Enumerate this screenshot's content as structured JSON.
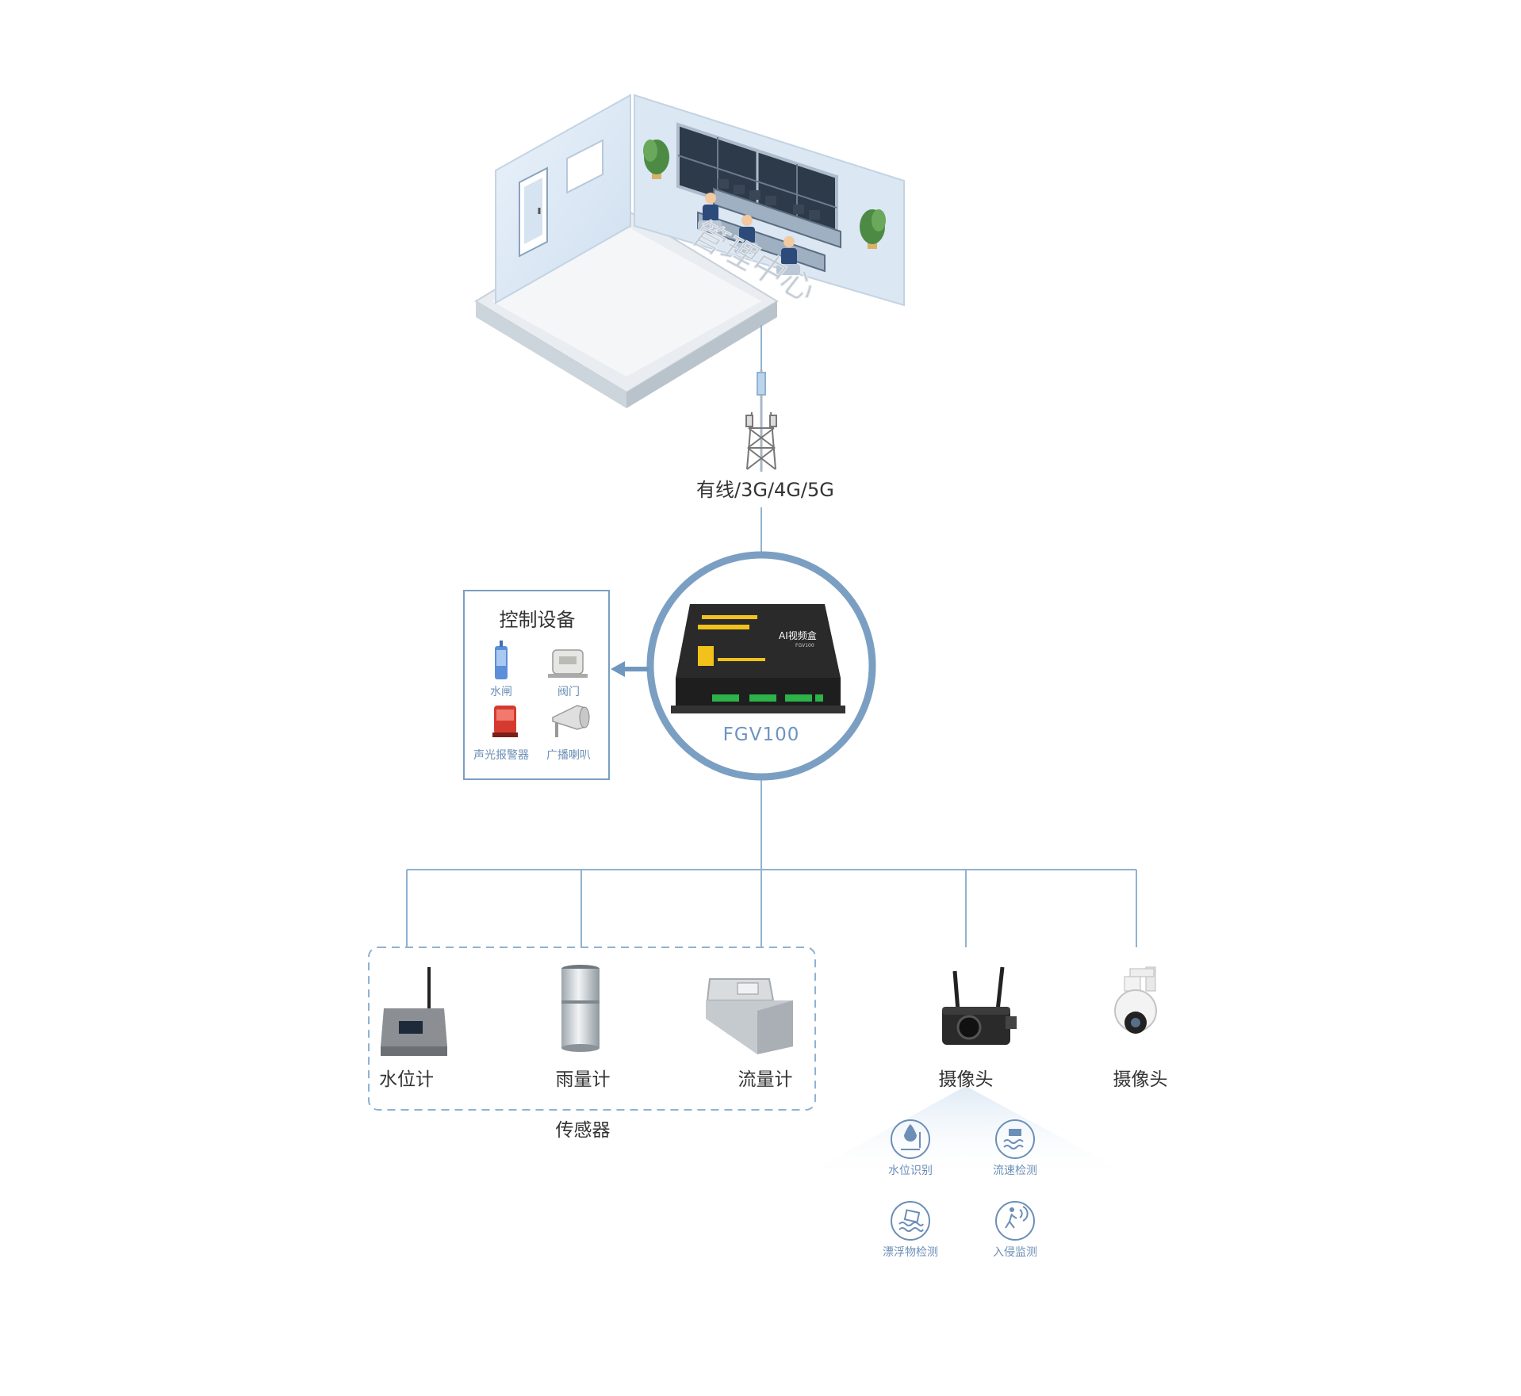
{
  "management_center": {
    "floor_text": "管理中心"
  },
  "network": {
    "label": "有线/3G/4G/5G"
  },
  "gateway": {
    "model": "FGV100",
    "screen_title": "AI视频盒",
    "screen_model": "FGV100"
  },
  "control_panel": {
    "title": "控制设备",
    "items": [
      {
        "label": "水闸"
      },
      {
        "label": "阀门"
      },
      {
        "label": "声光报警器"
      },
      {
        "label": "广播喇叭"
      }
    ]
  },
  "sensors": {
    "group_label": "传感器",
    "items": [
      {
        "label": "水位计"
      },
      {
        "label": "雨量计"
      },
      {
        "label": "流量计"
      }
    ]
  },
  "cameras": [
    {
      "label": "摄像头"
    },
    {
      "label": "摄像头"
    }
  ],
  "ai_functions": [
    {
      "label": "水位识别"
    },
    {
      "label": "流速检测"
    },
    {
      "label": "漂浮物检测"
    },
    {
      "label": "入侵监测"
    }
  ],
  "colors": {
    "line": "#8fb2d1",
    "ring": "#7a9fc2",
    "accent": "#5a85b0"
  }
}
